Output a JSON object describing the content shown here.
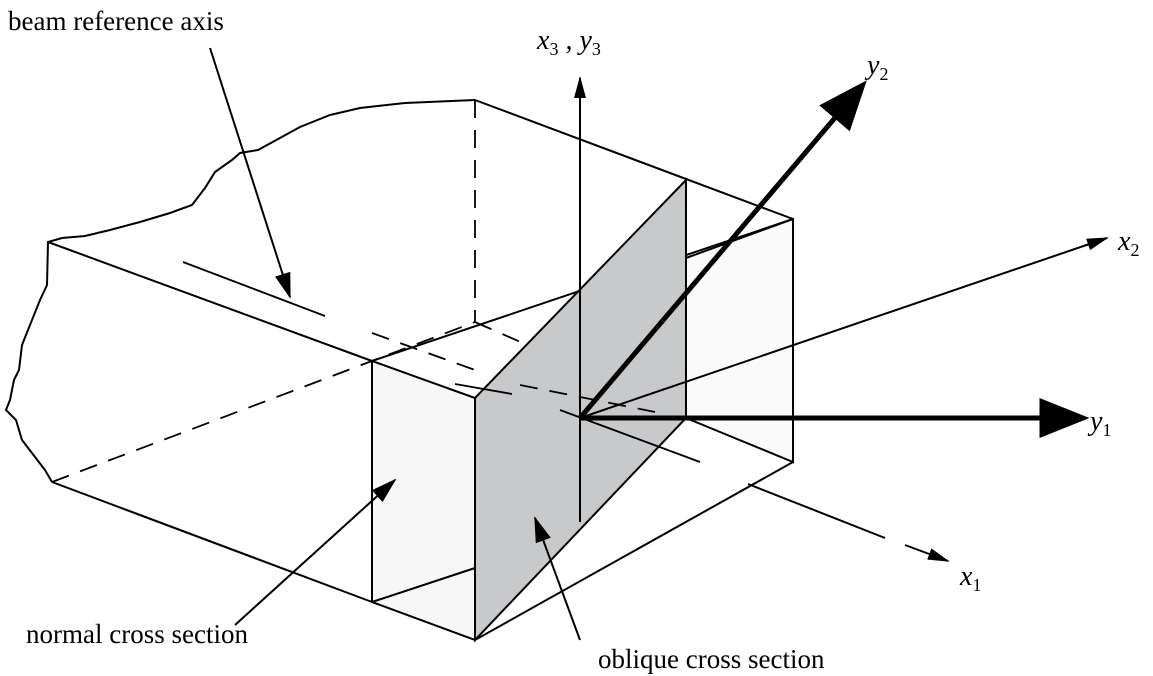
{
  "labels": {
    "beam_reference_axis": "beam reference axis",
    "normal_cross_section": "normal cross section",
    "oblique_cross_section": "oblique cross section"
  },
  "axes": {
    "x3y3": {
      "a": "x",
      "a_sub": "3",
      "sep": " , ",
      "b": "y",
      "b_sub": "3"
    },
    "y2": {
      "main": "y",
      "sub": "2"
    },
    "x2": {
      "main": "x",
      "sub": "2"
    },
    "y1": {
      "main": "y",
      "sub": "1"
    },
    "x1": {
      "main": "x",
      "sub": "1"
    }
  },
  "colors": {
    "oblique_fill": "#c8c9cb",
    "normal_fill": "#f7f7f7",
    "line": "#000000"
  }
}
